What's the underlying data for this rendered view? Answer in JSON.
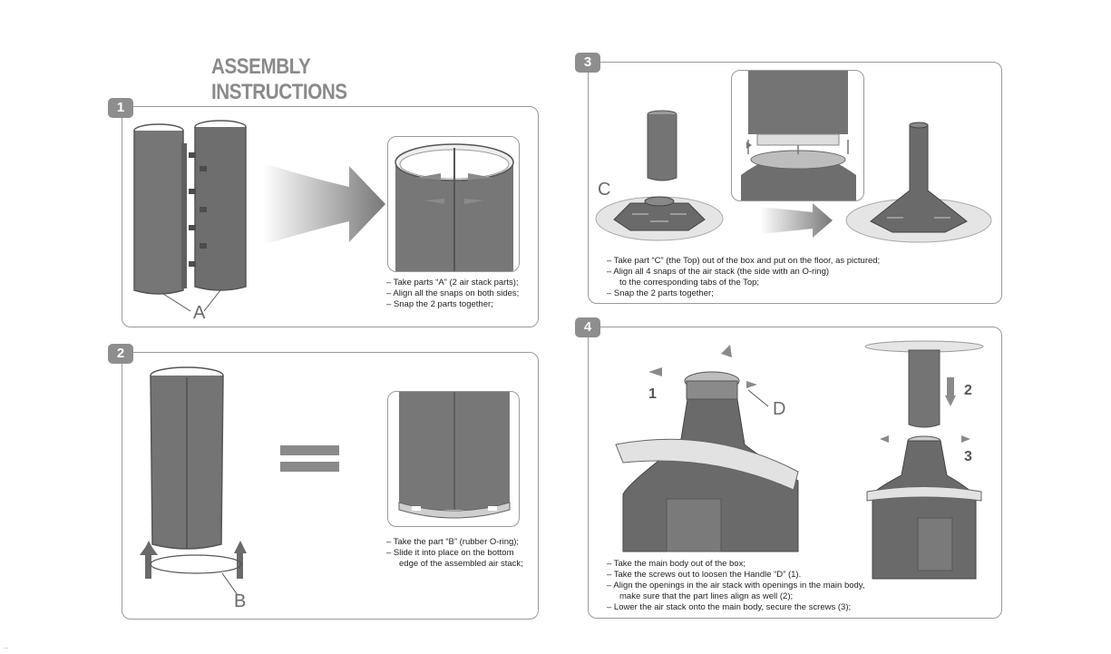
{
  "title": "ASSEMBLY INSTRUCTIONS",
  "steps": [
    {
      "number": "1",
      "part_label": "A",
      "instructions": [
        "– Take parts “A” (2 air stack parts);",
        "– Align all the snaps on both sides;",
        "– Snap the 2 parts together;"
      ]
    },
    {
      "number": "2",
      "part_label": "B",
      "instructions": [
        "– Take the part “B” (rubber O-ring);",
        "– Slide it into place on the bottom",
        "edge of the assembled air stack;"
      ]
    },
    {
      "number": "3",
      "part_label": "C",
      "instructions": [
        "– Take part “C” (the Top) out of the box and put on the floor, as pictured;",
        "– Align all 4 snaps of the air stack (the side with an O-ring)",
        "to the corresponding tabs of the Top;",
        "– Snap the 2 parts together;"
      ]
    },
    {
      "number": "4",
      "part_label": "D",
      "callouts": [
        "1",
        "2",
        "3"
      ],
      "instructions": [
        "– Take the main body out of the box;",
        "– Take the screws out to loosen the Handle “D” (1).",
        "– Align the openings in the air stack with openings in the main body,",
        "make sure that the part lines align as well (2);",
        "– Lower the air stack onto the main body, secure the screws (3);"
      ]
    }
  ],
  "footer": "...",
  "colors": {
    "panel_border": "#9a9a9a",
    "badge": "#8e8e8e",
    "part_gray": "#6f6f6f",
    "arrow": "#7a7a7a"
  }
}
